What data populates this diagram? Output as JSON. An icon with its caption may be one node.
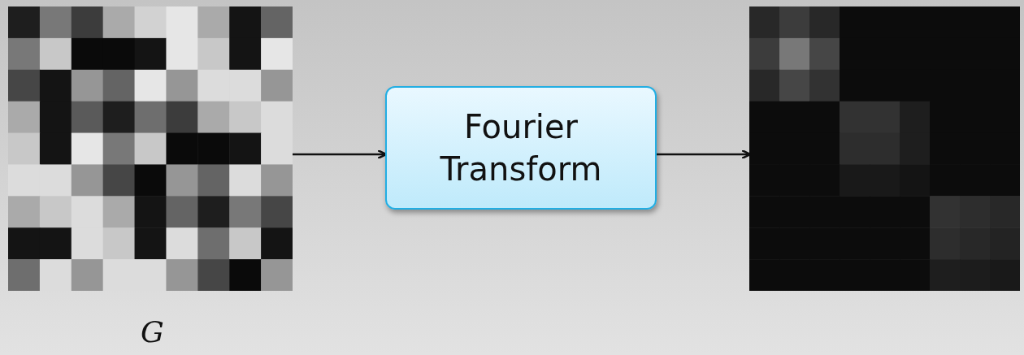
{
  "diagram": {
    "nodes": [
      {
        "text": [],
        "shape": "picture",
        "beside": [
          "G"
        ]
      },
      {
        "text": [
          "Fourier Transform"
        ]
      },
      {
        "text": [],
        "shape": "picture"
      }
    ],
    "edges": [
      {
        "from": 0,
        "to": 1,
        "arrow": "to"
      },
      {
        "from": 1,
        "to": 2,
        "arrow": "to"
      }
    ]
  }
}
